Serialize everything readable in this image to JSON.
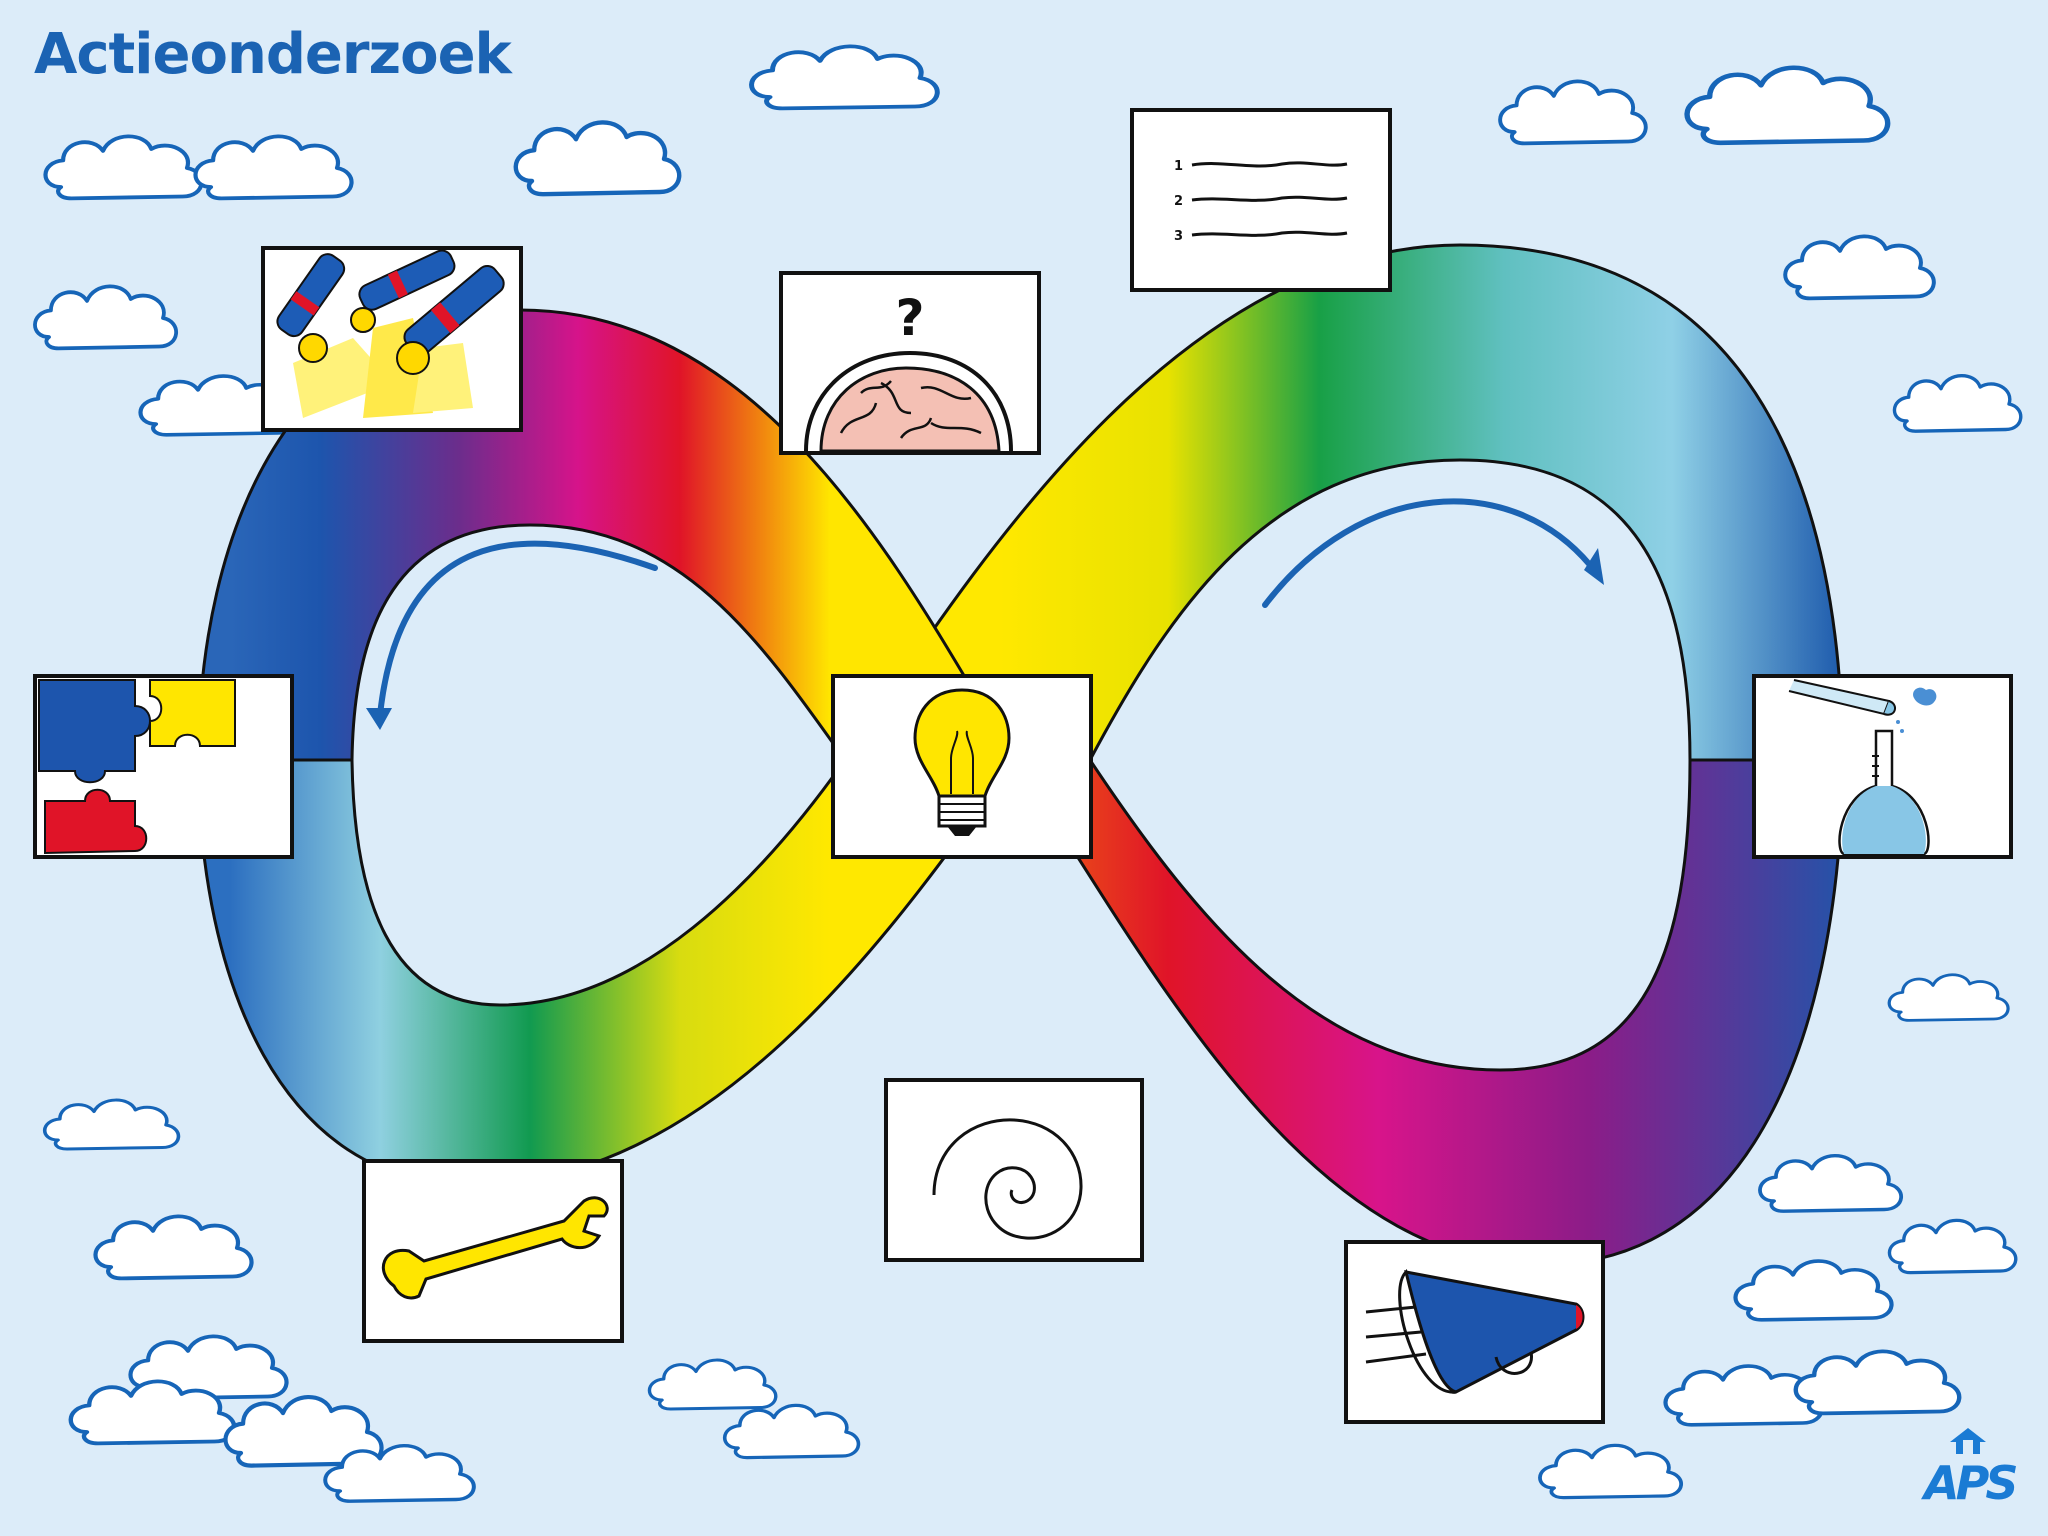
{
  "title": "Actieonderzoek",
  "logo_text": "APS",
  "colors": {
    "background": "#dcecf9",
    "title": "#1b63b3",
    "arrow": "#1b63b3",
    "cloud_outline": "#1665b8",
    "band_outline": "#111111"
  },
  "cycle_steps": [
    {
      "icon": "lightbulb-icon"
    },
    {
      "icon": "numbered-list-icon"
    },
    {
      "icon": "test-tube-flask-icon"
    },
    {
      "icon": "megaphone-icon"
    },
    {
      "icon": "spiral-icon"
    },
    {
      "icon": "wrench-icon"
    },
    {
      "icon": "puzzle-pieces-icon"
    },
    {
      "icon": "flashlights-icon"
    },
    {
      "icon": "brain-question-icon"
    }
  ],
  "list_card": {
    "numbers": [
      "1",
      "2",
      "3"
    ]
  },
  "brain_card": {
    "mark": "?"
  },
  "flow_arrows": [
    {
      "loop": "left",
      "direction": "counterclockwise"
    },
    {
      "loop": "right",
      "direction": "clockwise"
    }
  ]
}
